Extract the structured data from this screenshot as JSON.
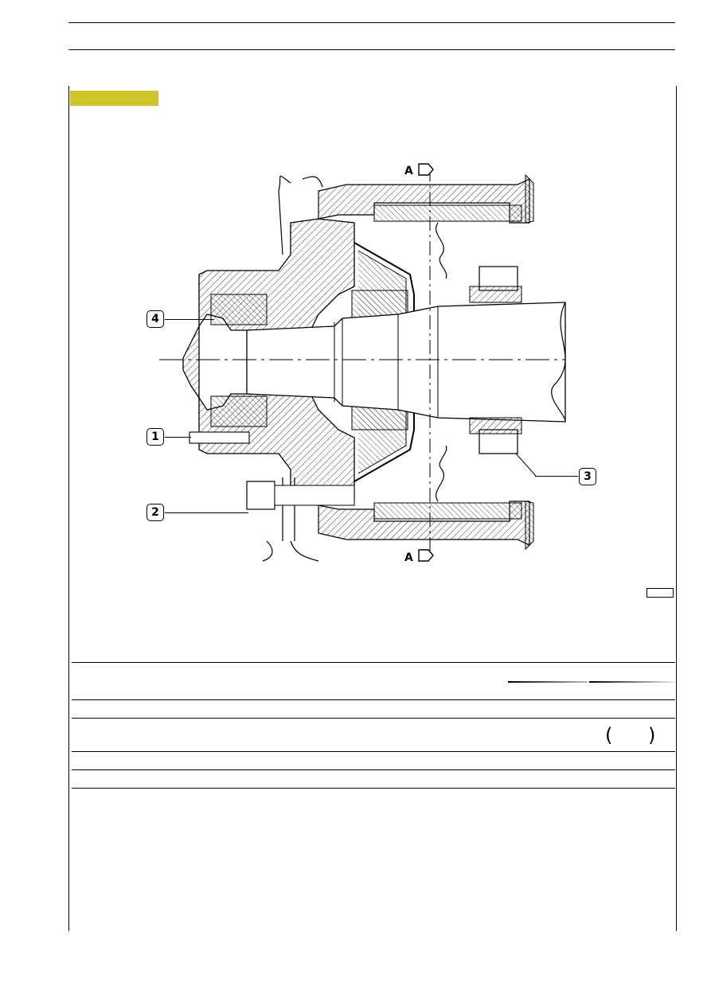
{
  "figure": {
    "section_labels": [
      "A",
      "A"
    ],
    "callouts": [
      "1",
      "2",
      "3",
      "4"
    ]
  },
  "colors": {
    "tag": "#cdc52a",
    "line": "#000000",
    "hatch": "#333333"
  }
}
